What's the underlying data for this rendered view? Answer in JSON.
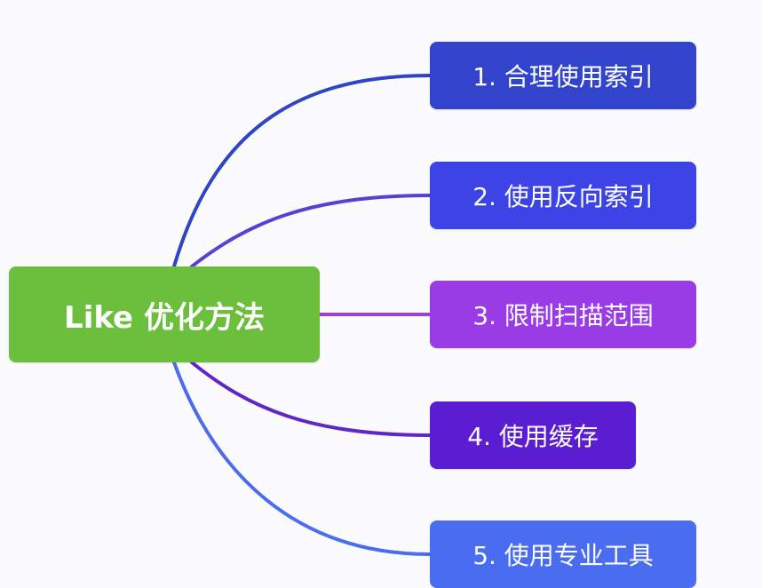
{
  "root": {
    "label": "Like 优化方法",
    "color": "#6cbf3c"
  },
  "branches": [
    {
      "label": "1. 合理使用索引",
      "color": "#3344cc",
      "line_color": "#2e45c4"
    },
    {
      "label": "2. 使用反向索引",
      "color": "#3d44e6",
      "line_color": "#5a3fd6"
    },
    {
      "label": "3. 限制扫描范围",
      "color": "#9a3ce6",
      "line_color": "#a23fd8"
    },
    {
      "label": "4. 使用缓存",
      "color": "#5b1dd1",
      "line_color": "#5f27c9"
    },
    {
      "label": "5. 使用专业工具",
      "color": "#4a6cf0",
      "line_color": "#4a6cf0"
    }
  ]
}
